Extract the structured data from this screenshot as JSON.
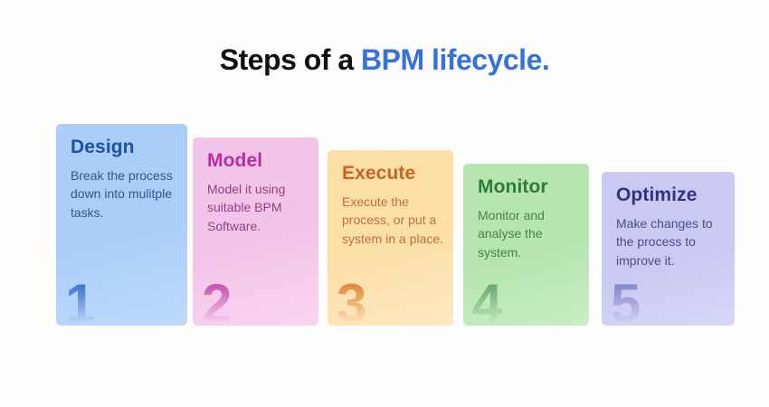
{
  "title": {
    "prefix": "Steps of a ",
    "highlight": "BPM lifecycle.",
    "prefix_color": "#101014",
    "highlight_color": "#3672de"
  },
  "page_background": "#fefefe",
  "steps": [
    {
      "number": "1",
      "name": "Design",
      "description": "Break the process down into mulitple tasks.",
      "colors": {
        "background": "#abcef8",
        "background_light": "#bedafb",
        "heading": "#1b50a4",
        "body_text": "#33568a",
        "number": "#4474c9"
      }
    },
    {
      "number": "2",
      "name": "Model",
      "description": "Model it using suitable BPM Software.",
      "colors": {
        "background": "#f3c4e9",
        "background_light": "#f8d5f0",
        "heading": "#bc2b9e",
        "body_text": "#8d4382",
        "number": "#c455ab"
      }
    },
    {
      "number": "3",
      "name": "Execute",
      "description": "Execute the process, or put a system in a place.",
      "colors": {
        "background": "#fbdfa7",
        "background_light": "#fde8c1",
        "heading": "#c96524",
        "body_text": "#c0703a",
        "number": "#e0873d"
      }
    },
    {
      "number": "4",
      "name": "Monitor",
      "description": "Monitor and analyse the system.",
      "colors": {
        "background": "#b6e5b1",
        "background_light": "#c9edc5",
        "heading": "#2e7d36",
        "body_text": "#4e7d54",
        "number": "#6aaa70"
      }
    },
    {
      "number": "5",
      "name": "Optimize",
      "description": "Make changes to the process to improve it.",
      "colors": {
        "background": "#c9c9f2",
        "background_light": "#d7d7f7",
        "heading": "#34347e",
        "body_text": "#4e4e86",
        "number": "#8787cf"
      }
    }
  ]
}
